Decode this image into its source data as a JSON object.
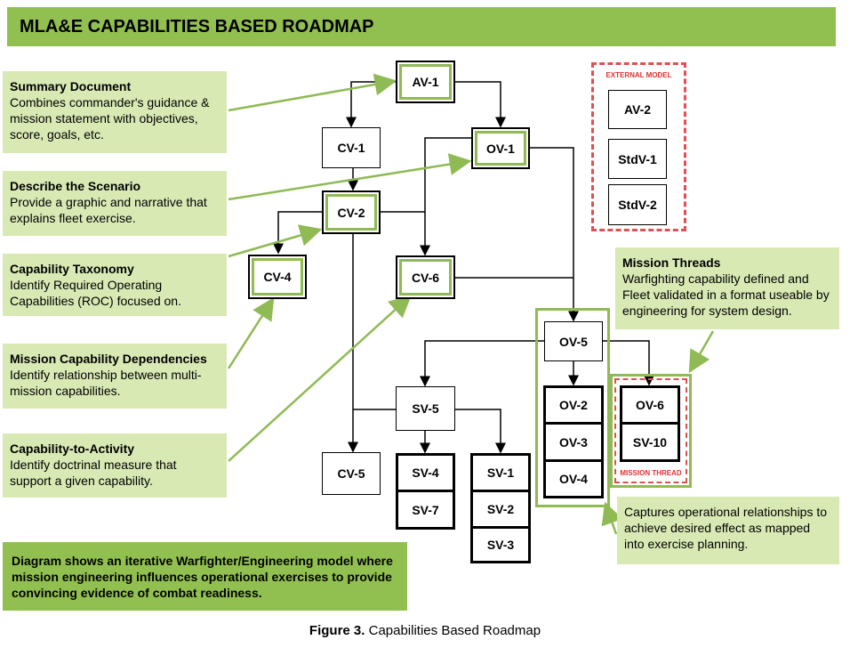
{
  "header": {
    "title": "MLA&E CAPABILITIES BASED ROADMAP"
  },
  "notes": {
    "summary_document": {
      "title": "Summary Document",
      "text": "Combines commander's guidance & mission statement with objectives, score, goals, etc."
    },
    "describe_scenario": {
      "title": "Describe the Scenario",
      "text": "Provide a graphic and narrative that explains fleet exercise."
    },
    "capability_taxonomy": {
      "title": "Capability Taxonomy",
      "text": "Identify Required Operating Capabilities (ROC) focused on."
    },
    "mission_capability_dependencies": {
      "title": "Mission Capability Dependencies",
      "text": "Identify relationship between multi-mission capabilities."
    },
    "capability_to_activity": {
      "title": "Capability-to-Activity",
      "text": "Identify doctrinal measure that support a given capability."
    },
    "mission_threads": {
      "title": "Mission Threads",
      "text": "Warfighting capability defined and Fleet validated in a format useable by engineering for system design."
    },
    "captures_operational": {
      "text": "Captures operational relationships to achieve desired effect as mapped into exercise planning."
    }
  },
  "summary_text": "Diagram shows an iterative Warfighter/Engineering model where mission engineering influences operational exercises to provide convincing evidence of combat readiness.",
  "nodes": {
    "av1": "AV-1",
    "cv1": "CV-1",
    "ov1": "OV-1",
    "cv2": "CV-2",
    "cv4": "CV-4",
    "cv6": "CV-6",
    "ov5": "OV-5",
    "sv5": "SV-5",
    "cv5": "CV-5",
    "sv4": "SV-4",
    "sv7": "SV-7",
    "sv1": "SV-1",
    "sv2": "SV-2",
    "sv3": "SV-3",
    "ov2": "OV-2",
    "ov3": "OV-3",
    "ov4": "OV-4",
    "ov6": "OV-6",
    "sv10": "SV-10",
    "av2": "AV-2",
    "stdv1": "StdV-1",
    "stdv2": "StdV-2"
  },
  "labels": {
    "external_model": "EXTERNAL MODEL",
    "mission_thread": "MISSION THREAD"
  },
  "caption": {
    "figure": "Figure 3.",
    "text": "Capabilities Based Roadmap"
  },
  "colors": {
    "accent_green": "#92c050",
    "note_bg": "#d8e9b4",
    "dashed_red": "#e05050"
  }
}
